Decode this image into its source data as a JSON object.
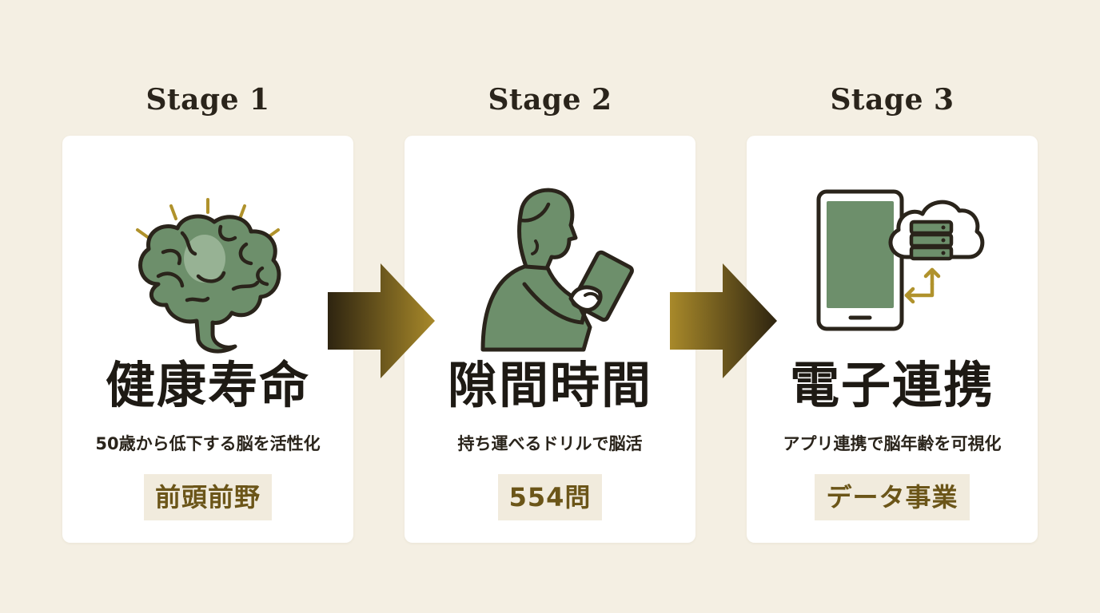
{
  "stages": [
    {
      "title": "Stage 1",
      "heading": "健康寿命",
      "subtitle": "50歳から低下する脳を活性化",
      "badge": "前頭前野",
      "icon": "brain-icon"
    },
    {
      "title": "Stage 2",
      "heading": "隙間時間",
      "subtitle": "持ち運べるドリルで脳活",
      "badge": "554問",
      "icon": "person-tablet-icon"
    },
    {
      "title": "Stage 3",
      "heading": "電子連携",
      "subtitle": "アプリ連携で脳年齢を可視化",
      "badge": "データ事業",
      "icon": "phone-cloud-server-icon"
    }
  ],
  "colors": {
    "background": "#f4efe3",
    "card": "#ffffff",
    "icon_green": "#6d8f6b",
    "accent_gold": "#a8892a",
    "arrow_dark": "#2e2410",
    "badge_bg": "#f1ebdd",
    "badge_text": "#6b5518"
  }
}
